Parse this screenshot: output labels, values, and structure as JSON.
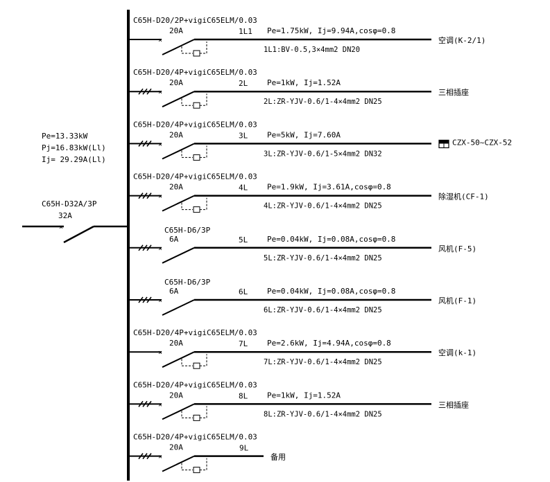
{
  "incoming": {
    "pe": "Pe=13.33kW",
    "pj": "Pj=16.83kW(Ll)",
    "ij": "Ij= 29.29A(Ll)",
    "breaker": "C65H-D32A/3P",
    "rating": "32A"
  },
  "circuits": [
    {
      "breaker": "C65H-D20/2P+vigiC65ELM/0.03",
      "rating": "20A",
      "id": "1L1",
      "load": "Pe=1.75kW, Ij=9.94A,cosφ=0.8",
      "cable": "1L1:BV-0.5,3×4mm2   DN20",
      "dest": "空调(K-2/1)",
      "phases": 1,
      "rcd": true
    },
    {
      "breaker": "C65H-D20/4P+vigiC65ELM/0.03",
      "rating": "20A",
      "id": "2L",
      "load": "Pe=1kW, Ij=1.52A",
      "cable": "2L:ZR-YJV-0.6/1-4×4mm2   DN25",
      "dest": "三相插座",
      "phases": 3,
      "rcd": true
    },
    {
      "breaker": "C65H-D20/4P+vigiC65ELM/0.03",
      "rating": "20A",
      "id": "3L",
      "load": "Pe=5kW, Ij=7.60A",
      "cable": "3L:ZR-YJV-0.6/1-5×4mm2   DN32",
      "dest": "CZX-50~CZX-52",
      "phases": 3,
      "rcd": true,
      "box": true
    },
    {
      "breaker": "C65H-D20/4P+vigiC65ELM/0.03",
      "rating": "20A",
      "id": "4L",
      "load": "Pe=1.9kW, Ij=3.61A,cosφ=0.8",
      "cable": "4L:ZR-YJV-0.6/1-4×4mm2   DN25",
      "dest": "除湿机(CF-1)",
      "phases": 3,
      "rcd": true
    },
    {
      "breaker": "C65H-D6/3P",
      "rating": "6A",
      "id": "5L",
      "load": "Pe=0.04kW, Ij=0.08A,cosφ=0.8",
      "cable": "5L:ZR-YJV-0.6/1-4×4mm2   DN25",
      "dest": "风机(F-5)",
      "phases": 3,
      "rcd": false
    },
    {
      "breaker": "C65H-D6/3P",
      "rating": "6A",
      "id": "6L",
      "load": "Pe=0.04kW, Ij=0.08A,cosφ=0.8",
      "cable": "6L:ZR-YJV-0.6/1-4×4mm2   DN25",
      "dest": "风机(F-1)",
      "phases": 3,
      "rcd": false
    },
    {
      "breaker": "C65H-D20/4P+vigiC65ELM/0.03",
      "rating": "20A",
      "id": "7L",
      "load": "Pe=2.6kW, Ij=4.94A,cosφ=0.8",
      "cable": "7L:ZR-YJV-0.6/1-4×4mm2   DN25",
      "dest": "空调(k-1)",
      "phases": 1,
      "rcd": true
    },
    {
      "breaker": "C65H-D20/4P+vigiC65ELM/0.03",
      "rating": "20A",
      "id": "8L",
      "load": "Pe=1kW, Ij=1.52A",
      "cable": "8L:ZR-YJV-0.6/1-4×4mm2   DN25",
      "dest": "三相插座",
      "phases": 3,
      "rcd": true
    },
    {
      "breaker": "C65H-D20/4P+vigiC65ELM/0.03",
      "rating": "20A",
      "id": "9L",
      "load": "",
      "cable": "",
      "dest": "备用",
      "phases": 3,
      "rcd": true,
      "spare": true
    }
  ]
}
